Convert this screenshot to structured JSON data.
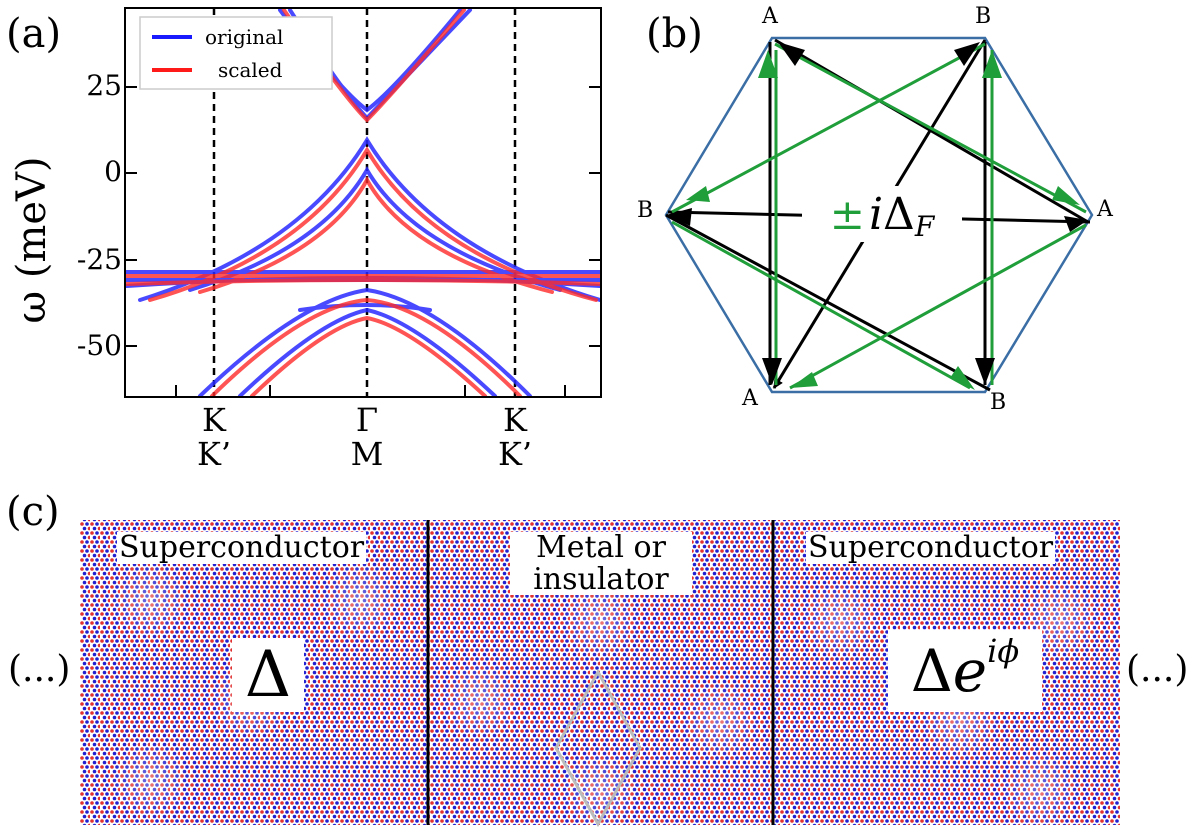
{
  "panels": {
    "a": {
      "label": "(a)",
      "ylabel": "ω (meV)",
      "legend": [
        {
          "name": "original",
          "color": "#1a1aff"
        },
        {
          "name": "scaled",
          "color": "#ff1a1a"
        }
      ],
      "yticks": [
        "25",
        "0",
        "-25",
        "-50"
      ],
      "kpoints": [
        {
          "top": "K",
          "bottom": "K’"
        },
        {
          "top": "Γ",
          "bottom": "M"
        },
        {
          "top": "K",
          "bottom": "K’"
        }
      ]
    },
    "b": {
      "label": "(b)",
      "vertices": [
        "A",
        "B",
        "A",
        "B",
        "A",
        "B"
      ],
      "pm": "±",
      "formula_i": "i",
      "formula_delta": "Δ",
      "formula_sub": "F",
      "colors": {
        "hexagon": "#3a6ea5",
        "arrow_black": "#000000",
        "arrow_green": "#1f9e3a"
      }
    },
    "c": {
      "label": "(c)",
      "regions": [
        {
          "text": "Superconductor"
        },
        {
          "text": "Metal or insulator"
        },
        {
          "text": "Superconductor"
        }
      ],
      "left_ellipsis": "(...)",
      "right_ellipsis": "(...)",
      "delta_left": "Δ",
      "delta_right": "Δ",
      "delta_right_exp": "iϕ",
      "colors": {
        "dot_red": "#e03030",
        "dot_blue": "#2020d0"
      }
    }
  }
}
